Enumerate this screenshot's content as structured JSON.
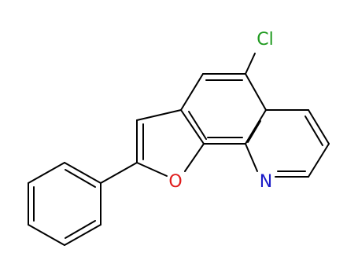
{
  "molecule": {
    "atoms": {
      "cl": {
        "label": "Cl",
        "color": "#1f9a1f"
      },
      "o": {
        "label": "O",
        "color": "#e01b1b"
      },
      "n": {
        "label": "N",
        "color": "#1c1cc8"
      }
    },
    "bond_color": "#000000"
  }
}
